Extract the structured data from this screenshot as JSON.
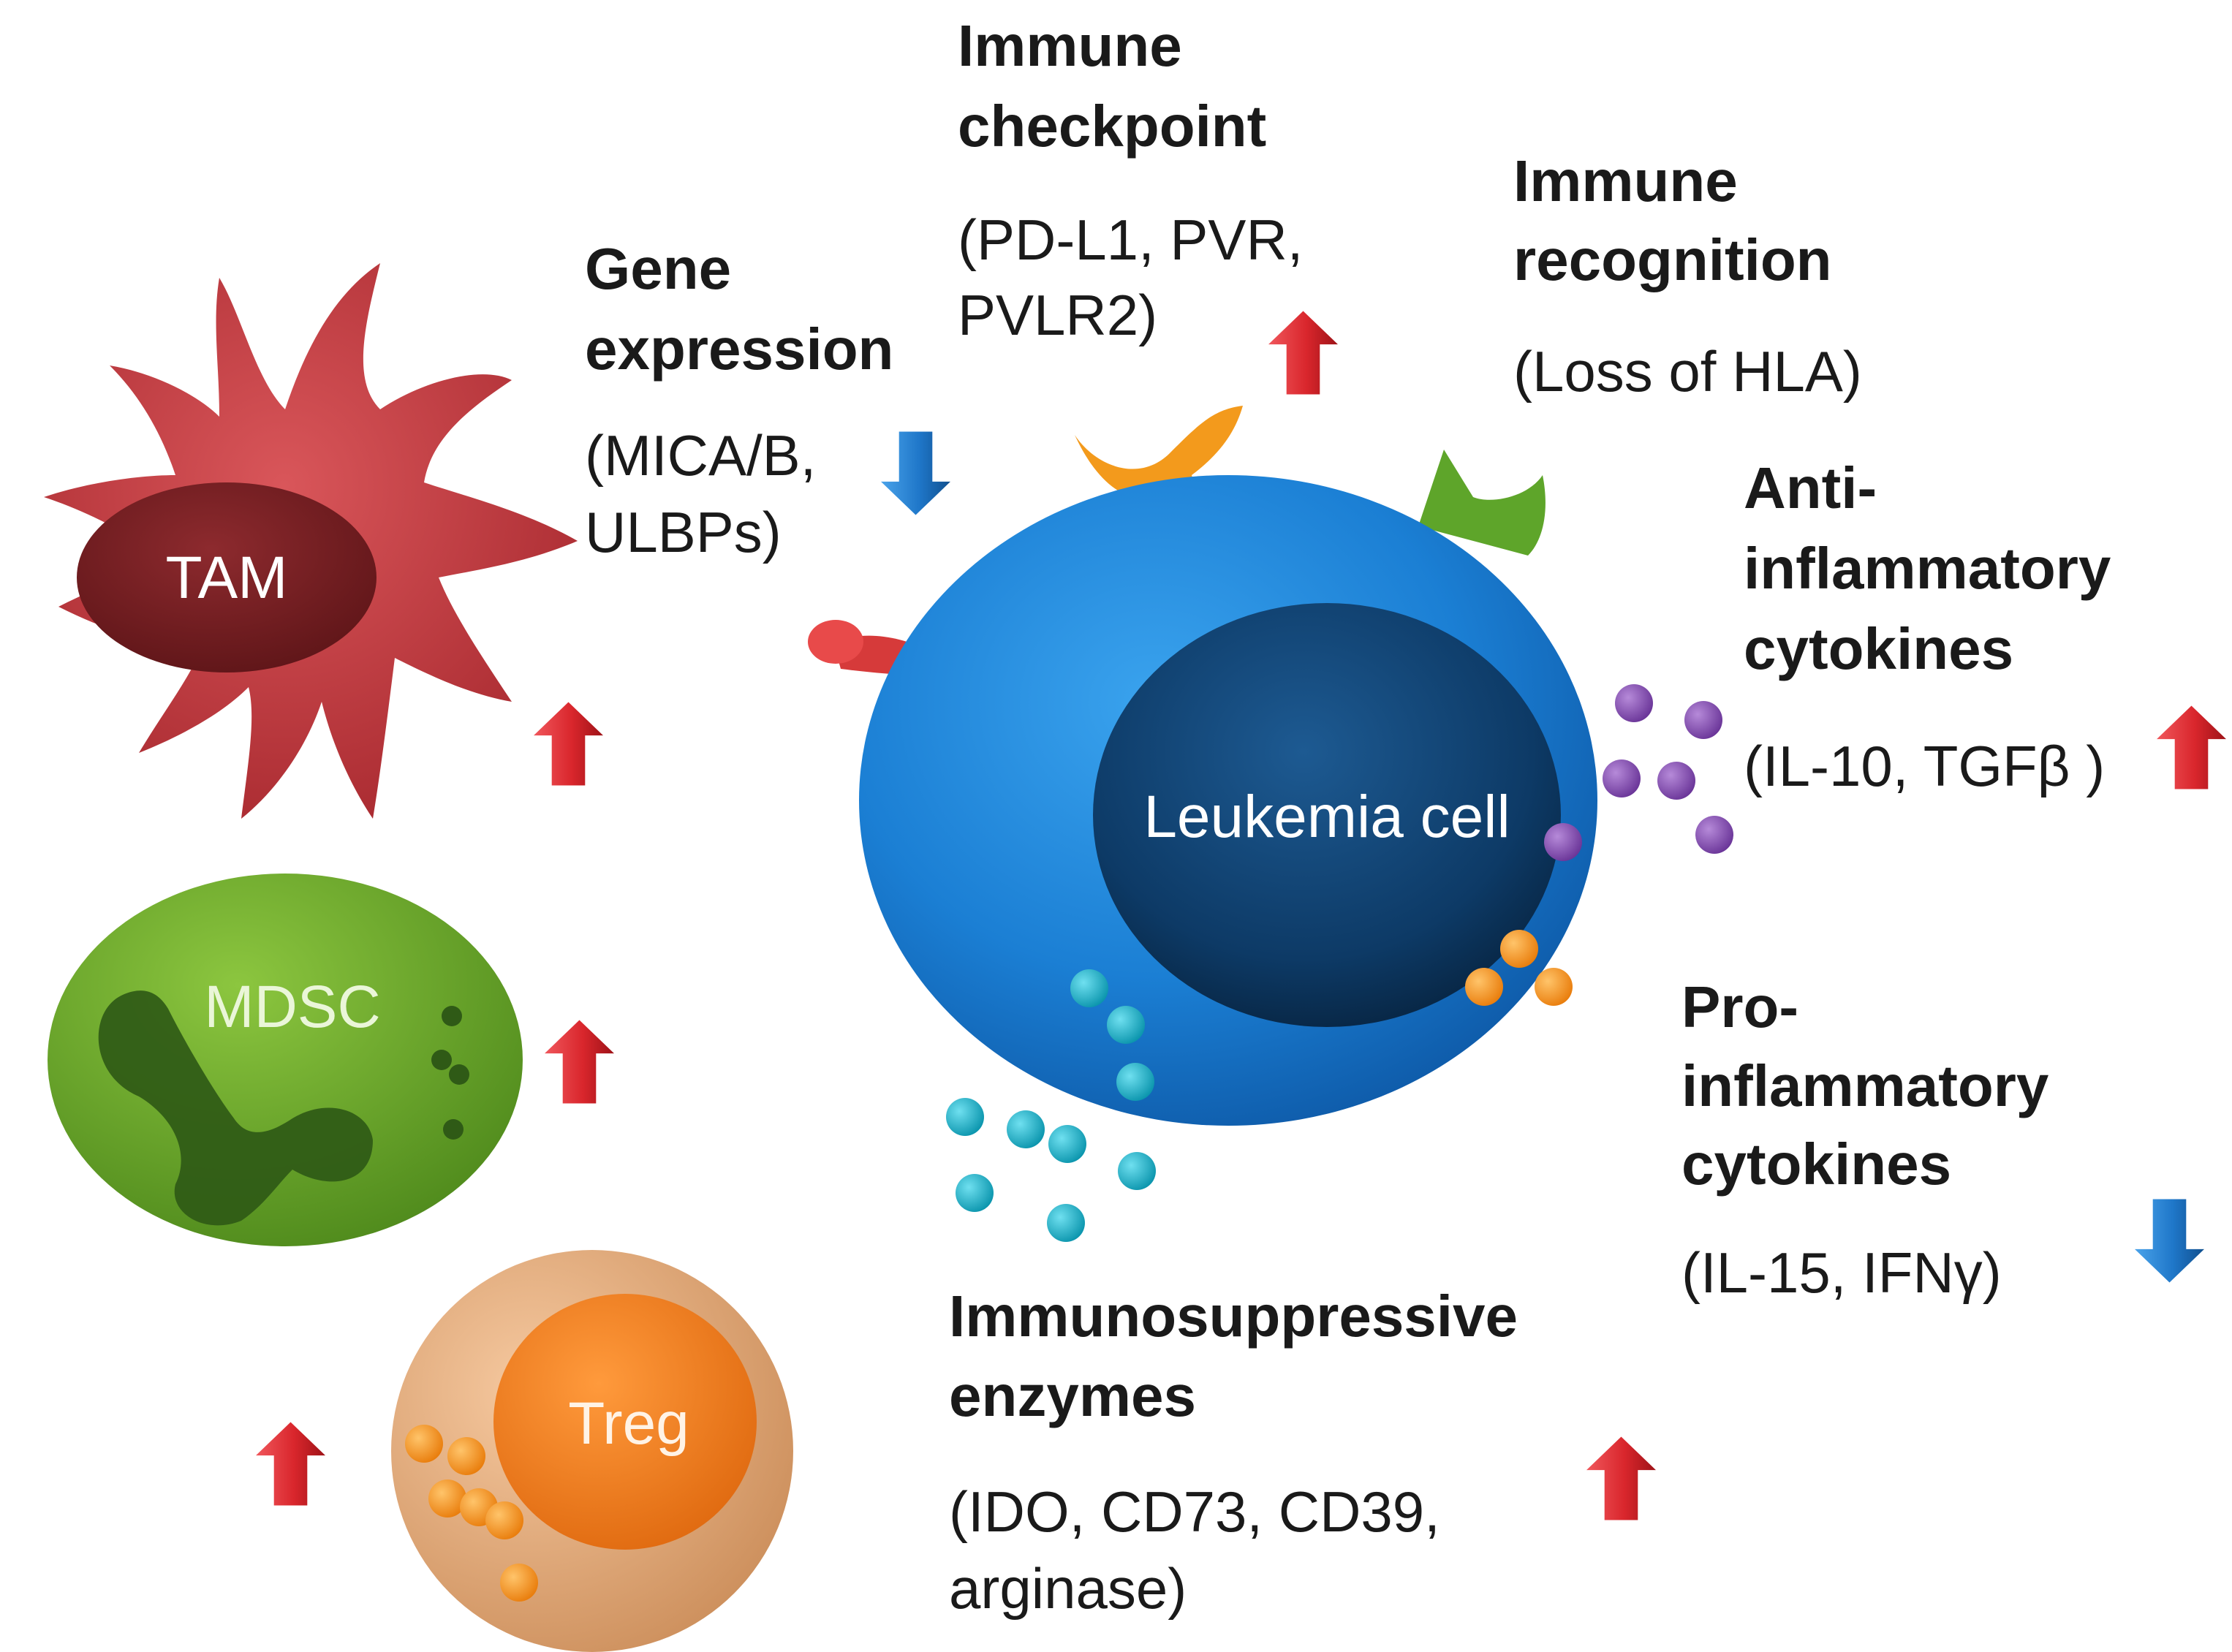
{
  "labels": {
    "tam": "TAM",
    "mdsc": "MDSC",
    "treg": "Treg",
    "leukemia": "Leukemia cell"
  },
  "gene_expression": {
    "title": [
      "Gene",
      "expression"
    ],
    "detail": [
      "(MICA/B,",
      "ULBPs)"
    ],
    "trend": "down"
  },
  "immune_checkpoint": {
    "title": [
      "Immune",
      "checkpoint"
    ],
    "detail": [
      "(PD-L1, PVR,",
      "PVLR2)"
    ],
    "trend": "up"
  },
  "immune_recognition": {
    "title": [
      "Immune",
      "recognition"
    ],
    "detail": [
      "(Loss of HLA)"
    ]
  },
  "anti_inflammatory": {
    "title": [
      "Anti-",
      "inflammatory",
      "cytokines"
    ],
    "detail": [
      "(IL-10, TGFβ )"
    ],
    "trend": "up"
  },
  "pro_inflammatory": {
    "title": [
      "Pro-",
      "inflammatory",
      "cytokines"
    ],
    "detail": [
      "(IL-15, IFNγ)"
    ],
    "trend": "down"
  },
  "immunosuppressive": {
    "title": [
      "Immunosuppressive",
      "enzymes"
    ],
    "detail": [
      "(IDO, CD73, CD39,",
      "arginase)"
    ],
    "trend": "up"
  },
  "suppressor_cells": {
    "tam_trend": "up",
    "mdsc_trend": "up",
    "treg_trend": "up"
  },
  "colors": {
    "up_arrow": "#d9262c",
    "down_arrow": "#1f77c9",
    "leukemia_outer": "#1b7fd4",
    "leukemia_nucleus": "#0d3a66",
    "tam": "#c0353a",
    "mdsc": "#6fae2a",
    "treg": "#f08a2c",
    "cytokine_purple": "#8a4fb8",
    "enzyme_cyan": "#14b2cc",
    "orange_granule": "#f5901e"
  }
}
